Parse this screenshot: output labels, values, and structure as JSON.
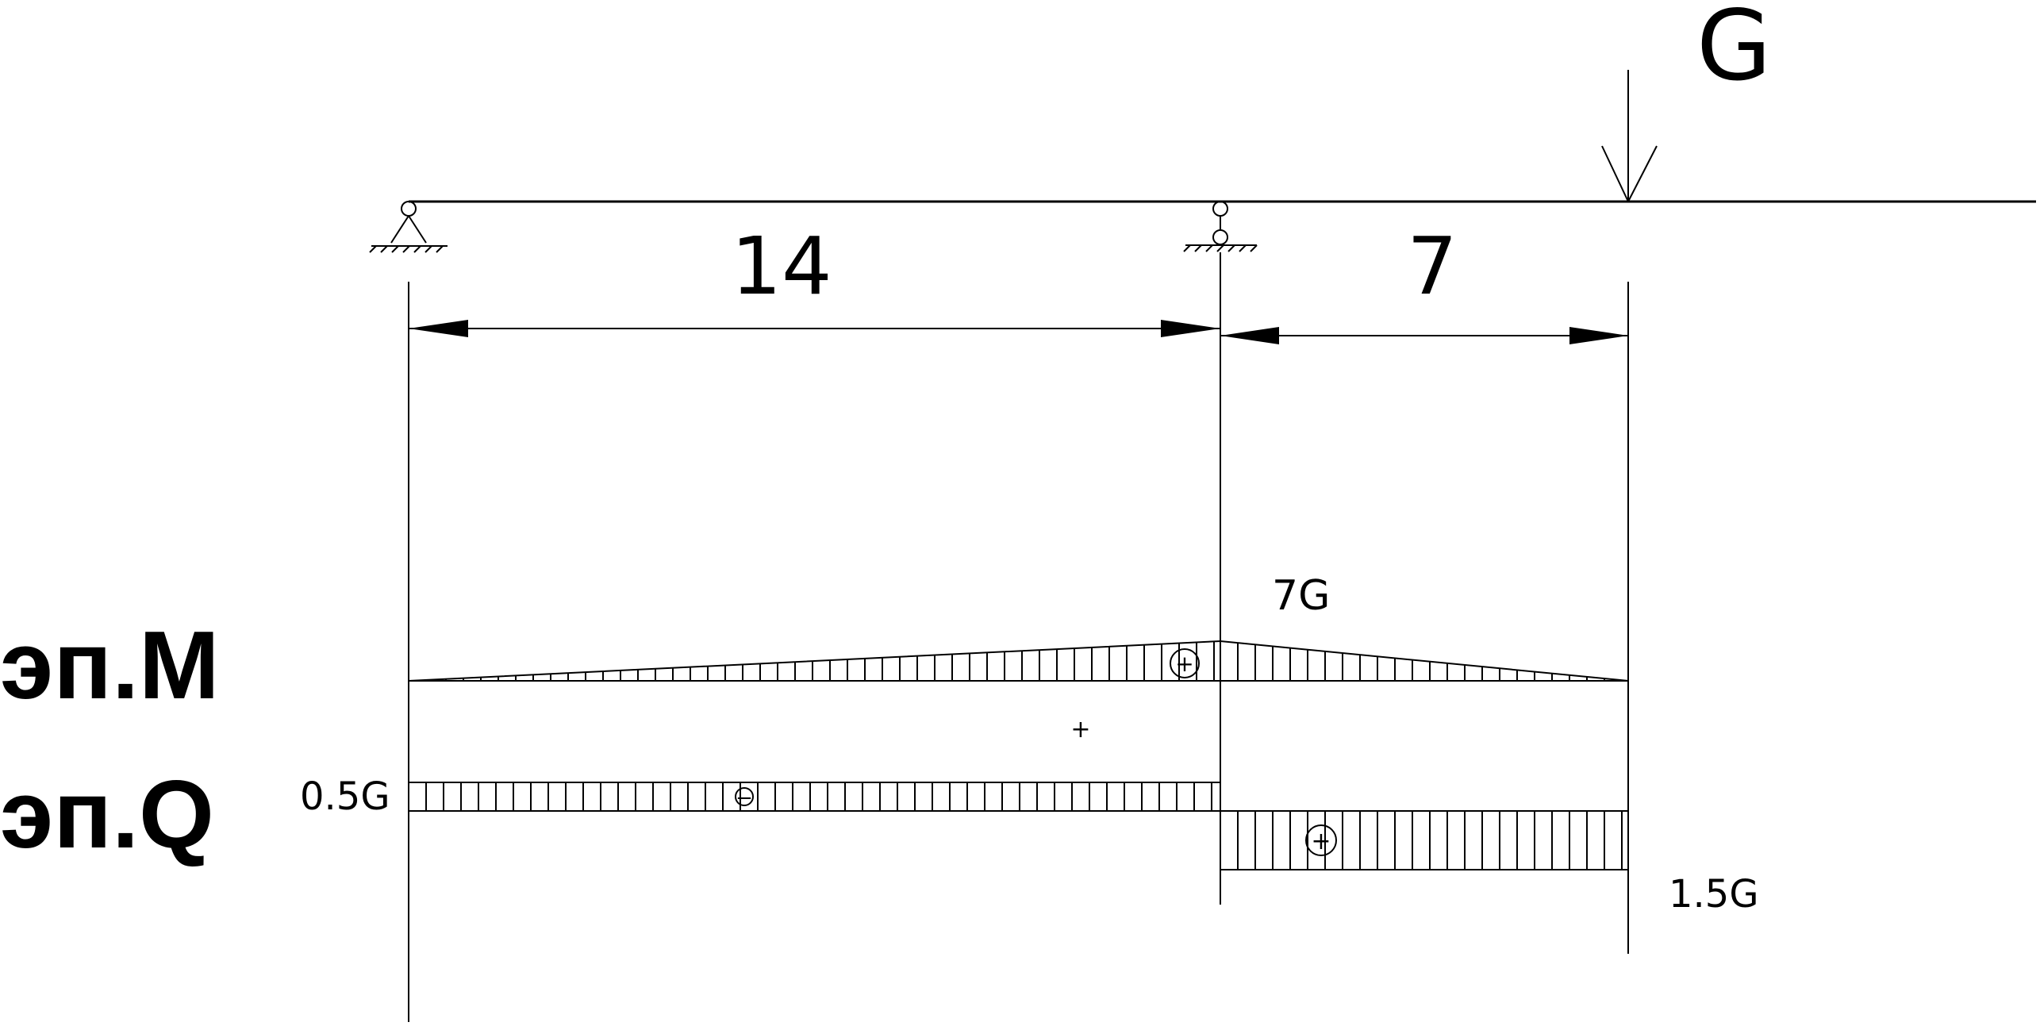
{
  "load": {
    "label": "G"
  },
  "dimensions": [
    {
      "label": "14"
    },
    {
      "label": "7"
    }
  ],
  "moment_diagram": {
    "title": "эп.М",
    "peak_label": "7G",
    "sign": "+"
  },
  "shear_diagram": {
    "title": "эп.Q",
    "left_label": "0.5G",
    "left_sign": "−",
    "right_label": "1.5G",
    "right_sign": "+"
  },
  "stray_mark": "+"
}
